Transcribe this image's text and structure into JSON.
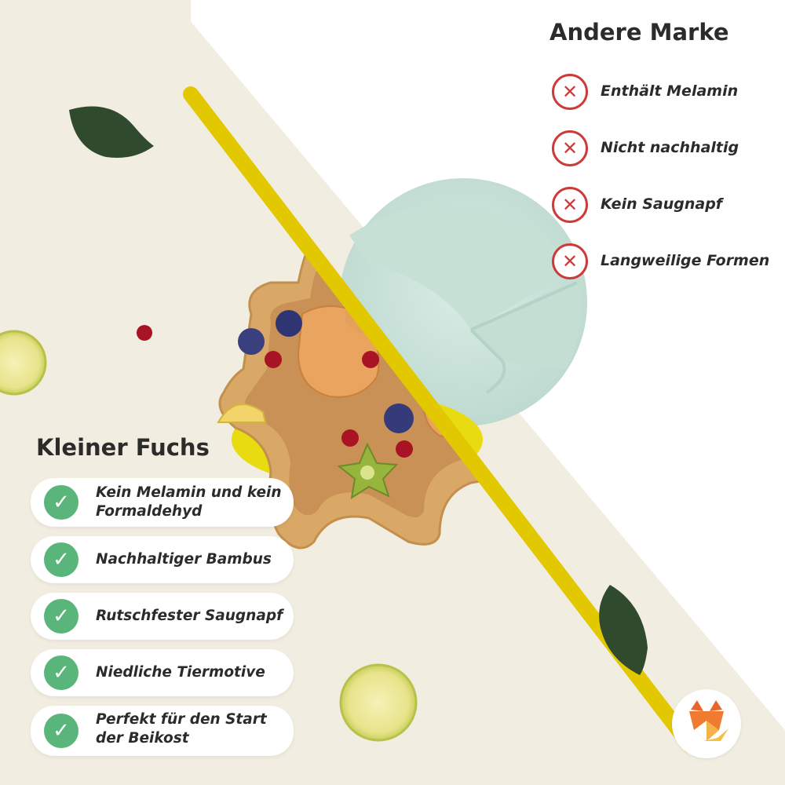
{
  "competitor": {
    "title": "Andere Marke",
    "items": [
      {
        "label": "Enthält Melamin",
        "icon": "x-icon"
      },
      {
        "label": "Nicht nachhaltig",
        "icon": "x-icon"
      },
      {
        "label": "Kein Saugnapf",
        "icon": "x-icon"
      },
      {
        "label": "Langweilige Formen",
        "icon": "x-icon"
      }
    ]
  },
  "brand": {
    "title": "Kleiner Fuchs",
    "items": [
      {
        "label": "Kein Melamin und kein Formaldehyd",
        "icon": "check-icon"
      },
      {
        "label": "Nachhaltiger Bambus",
        "icon": "check-icon"
      },
      {
        "label": "Rutschfester Saugnapf",
        "icon": "check-icon"
      },
      {
        "label": "Niedliche Tiermotive",
        "icon": "check-icon"
      },
      {
        "label": "Perfekt für den Start der Beikost",
        "icon": "check-icon"
      }
    ]
  },
  "icons": {
    "cross": "✕",
    "check": "✓"
  },
  "colors": {
    "background_left": "#f1ede1",
    "background_right": "#ffffff",
    "divider": "#e2c800",
    "cross_ring": "#cd3a3a",
    "check_fill": "#5ab57a",
    "bamboo": "#d9a866",
    "mint_plate": "#cfe4dc"
  }
}
